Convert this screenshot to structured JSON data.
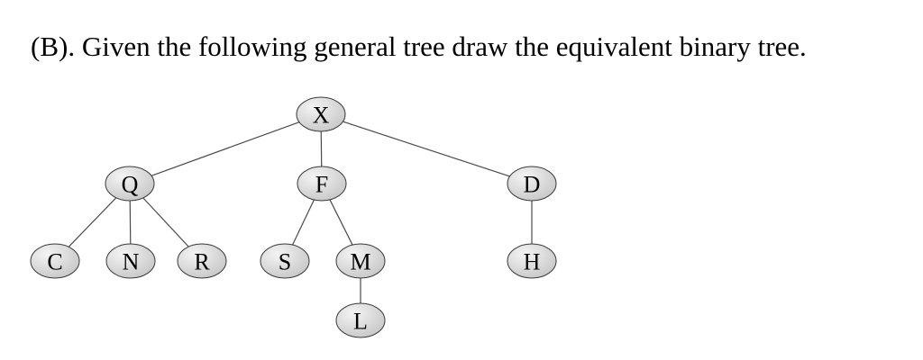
{
  "question": {
    "text": "(B). Given the following general tree draw the equivalent binary tree."
  },
  "tree": {
    "node_fill": "#c8c8c8",
    "node_highlight": "#f4f4f4",
    "edge_color": "#4a4a4a",
    "nodes": [
      {
        "id": "X",
        "label": "X"
      },
      {
        "id": "Q",
        "label": "Q"
      },
      {
        "id": "F",
        "label": "F"
      },
      {
        "id": "D",
        "label": "D"
      },
      {
        "id": "C",
        "label": "C"
      },
      {
        "id": "N",
        "label": "N"
      },
      {
        "id": "R",
        "label": "R"
      },
      {
        "id": "S",
        "label": "S"
      },
      {
        "id": "M",
        "label": "M"
      },
      {
        "id": "H",
        "label": "H"
      },
      {
        "id": "L",
        "label": "L"
      }
    ],
    "edges": [
      [
        "X",
        "Q"
      ],
      [
        "X",
        "F"
      ],
      [
        "X",
        "D"
      ],
      [
        "Q",
        "C"
      ],
      [
        "Q",
        "N"
      ],
      [
        "Q",
        "R"
      ],
      [
        "F",
        "S"
      ],
      [
        "F",
        "M"
      ],
      [
        "M",
        "L"
      ],
      [
        "D",
        "H"
      ]
    ]
  }
}
